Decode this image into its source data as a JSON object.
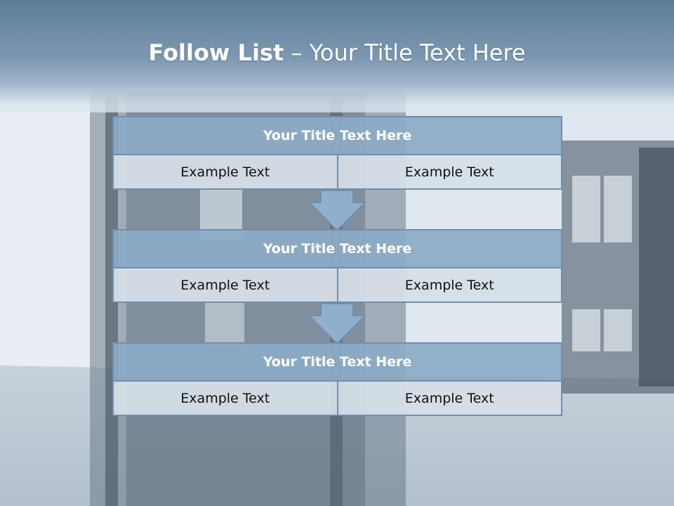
{
  "slide": {
    "title_bold": "Follow List",
    "title_rest": " – Your Title Text Here"
  },
  "blocks": [
    {
      "title": "Your Title Text Here",
      "left": "Example Text",
      "right": "Example Text"
    },
    {
      "title": "Your Title Text Here",
      "left": "Example Text",
      "right": "Example Text"
    },
    {
      "title": "Your Title Text Here",
      "left": "Example Text",
      "right": "Example Text"
    }
  ],
  "colors": {
    "header": "#6f8ca7",
    "block_title_fill": "#8dabc6",
    "cell_fill": "#d6dfe8",
    "border": "#6e8fae",
    "arrow_fill": "#8fb0cc"
  }
}
